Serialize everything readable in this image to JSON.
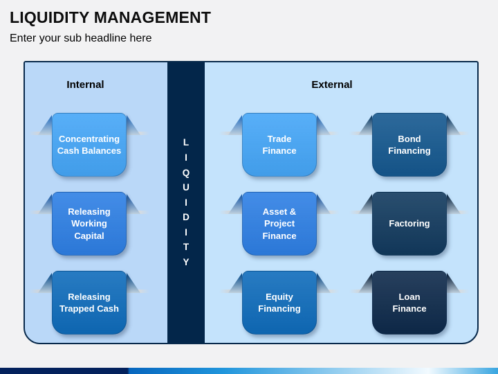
{
  "slide": {
    "title": "LIQUIDITY MANAGEMENT",
    "subtitle": "Enter your sub headline here"
  },
  "liquidity": {
    "word": "LIQUIDITY",
    "letters": [
      "L",
      "I",
      "Q",
      "U",
      "I",
      "D",
      "I",
      "T",
      "Y"
    ]
  },
  "internal": {
    "heading": "Internal",
    "items": [
      {
        "label": "Concentrating\nCash Balances",
        "color": "#45A6F7",
        "wing": "#2C73C2"
      },
      {
        "label": "Releasing\nWorking\nCapital",
        "color": "#2E7FE4",
        "wing": "#1E5CA8"
      },
      {
        "label": "Releasing\nTrapped Cash",
        "color": "#0F6CBB",
        "wing": "#0B4E8C"
      }
    ]
  },
  "external": {
    "heading": "External",
    "col1": [
      {
        "label": "Trade\nFinance",
        "color": "#45A6F7",
        "wing": "#2C73C2"
      },
      {
        "label": "Asset &\nProject\nFinance",
        "color": "#2E7FE4",
        "wing": "#1E5CA8"
      },
      {
        "label": "Equity\nFinancing",
        "color": "#0F6CBB",
        "wing": "#0B4E8C"
      }
    ],
    "col2": [
      {
        "label": "Bond\nFinancing",
        "color": "#15588F",
        "wing": "#0E3E68"
      },
      {
        "label": "Factoring",
        "color": "#123A5E",
        "wing": "#0C2A46"
      },
      {
        "label": "Loan\nFinance",
        "color": "#0E2A4B",
        "wing": "#071E38"
      }
    ]
  },
  "theme": {
    "slide_bg": "#F2F2F3",
    "panel_left_bg": "#BAD8F8",
    "panel_right_bg": "#C4E3FC",
    "panel_center_bg": "#03264A",
    "panel_border": "#08294B",
    "title_color": "#0D0D0D",
    "footer_navy": "#03215C",
    "footer_blue": "#0766BE",
    "footer_white": "#F2FAFF",
    "footer_sky": "#38A5E0"
  }
}
